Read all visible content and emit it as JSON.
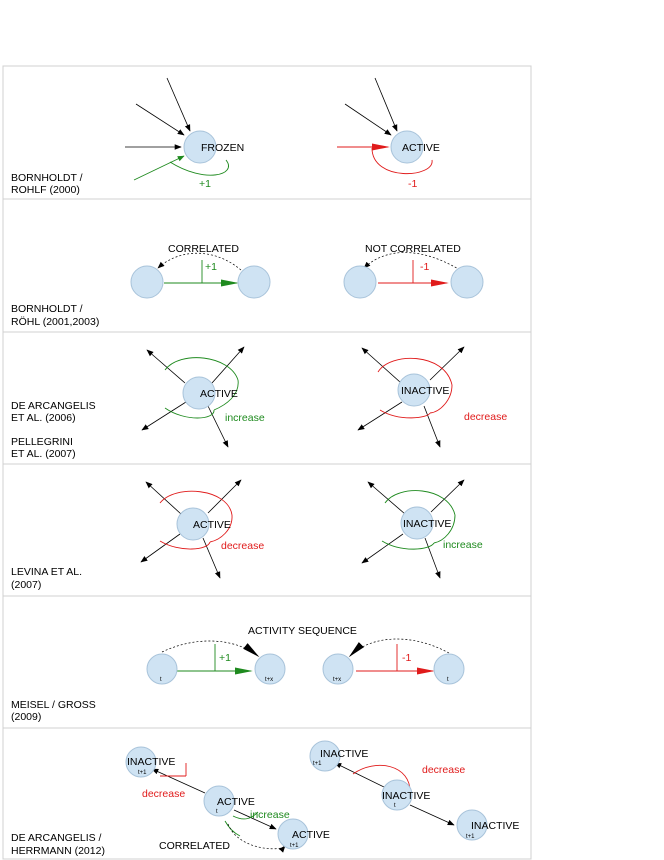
{
  "colors": {
    "node_fill": "#cfe3f3",
    "node_stroke": "#a8c3da",
    "positive": "#1e8a1e",
    "negative": "#e01b1b",
    "edge": "#000000"
  },
  "rows": [
    {
      "refs": [
        "BORNHOLDT /",
        "ROHLF (2000)"
      ],
      "left": {
        "node": "FROZEN",
        "change": "+1"
      },
      "right": {
        "node": "ACTIVE",
        "change": "-1"
      }
    },
    {
      "refs": [
        "BORNHOLDT /",
        "RÖHL (2001,2003)"
      ],
      "left": {
        "title": "CORRELATED",
        "change": "+1"
      },
      "right": {
        "title": "NOT CORRELATED",
        "change": "-1"
      }
    },
    {
      "refs": [
        "DE ARCANGELIS",
        "ET AL. (2006)",
        "PELLEGRINI",
        "ET AL. (2007)"
      ],
      "left": {
        "node": "ACTIVE",
        "change": "increase"
      },
      "right": {
        "node": "INACTIVE",
        "change": "decrease"
      }
    },
    {
      "refs": [
        "LEVINA ET AL.",
        "(2007)"
      ],
      "left": {
        "node": "ACTIVE",
        "change": "decrease"
      },
      "right": {
        "node": "INACTIVE",
        "change": "increase"
      }
    },
    {
      "refs": [
        "MEISEL / GROSS",
        "(2009)"
      ],
      "title": "ACTIVITY SEQUENCE",
      "left": {
        "from": "t",
        "to": "t+x",
        "change": "+1"
      },
      "right": {
        "from": "t+x",
        "to": "t",
        "change": "-1"
      }
    },
    {
      "refs": [
        "DE ARCANGELIS /",
        "HERRMANN (2012)"
      ],
      "left": {
        "top": {
          "node": "INACTIVE",
          "sub": "t+1"
        },
        "center": {
          "node": "ACTIVE",
          "sub": "t"
        },
        "bottom": {
          "node": "ACTIVE",
          "sub": "t+1"
        },
        "decrease": "decrease",
        "increase": "increase",
        "correlated": "CORRELATED"
      },
      "right": {
        "top": {
          "node": "INACTIVE",
          "sub": "t+1"
        },
        "center": {
          "node": "INACTIVE",
          "sub": "t"
        },
        "bottom": {
          "node": "INACTIVE",
          "sub": "t+1"
        },
        "decrease": "decrease"
      }
    }
  ]
}
